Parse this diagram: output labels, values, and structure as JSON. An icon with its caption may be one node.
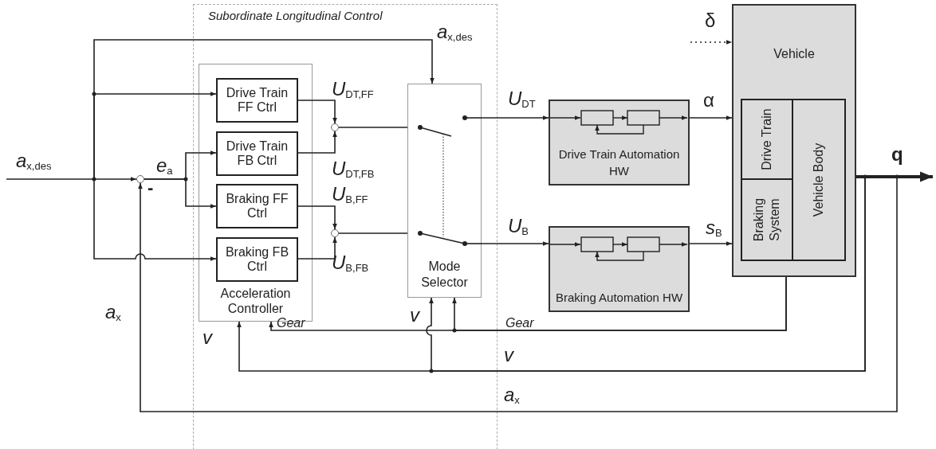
{
  "diagram": {
    "nodes": [
      {
        "text": [
          "Subordinate Longitudinal Control"
        ]
      },
      {
        "text": [
          "Acceleration Controller"
        ],
        "in": 0
      },
      {
        "text": [
          "Drive Train FF Ctrl"
        ],
        "in": 1
      },
      {
        "text": [
          "Drive Train FB Ctrl"
        ],
        "in": 1
      },
      {
        "text": [
          "Braking FF Ctrl"
        ],
        "in": 1
      },
      {
        "text": [
          "Braking FB Ctrl"
        ],
        "in": 1
      },
      {
        "text": [],
        "shape": "circle",
        "beside": [
          "-"
        ]
      },
      {
        "text": [],
        "shape": "circle",
        "in": 0
      },
      {
        "text": [],
        "shape": "circle",
        "in": 0
      },
      {
        "text": [
          "Mode Selector"
        ],
        "in": 0
      },
      {
        "text": [
          "Drive Train Automation HW"
        ]
      },
      {
        "text": [
          "Braking Automation HW"
        ]
      },
      {
        "text": [
          "Vehicle"
        ]
      },
      {
        "text": [
          "Drive Train"
        ],
        "in": 12
      },
      {
        "text": [
          "Braking System"
        ],
        "in": 12
      },
      {
        "text": [
          "Vehicle Body"
        ],
        "in": 12
      }
    ],
    "edges": [
      {
        "from": null,
        "to": 6,
        "arrow": "to",
        "label": "a$_{x,des}$"
      },
      {
        "from": null,
        "to": 9,
        "arrow": "to",
        "label": "a$_{x,des}$"
      },
      {
        "from": null,
        "to": 2,
        "arrow": "to"
      },
      {
        "from": null,
        "to": 5,
        "arrow": "to"
      },
      {
        "from": 6,
        "to": 3,
        "arrow": "to",
        "label": "e$_{a}$"
      },
      {
        "from": 6,
        "to": 4,
        "arrow": "to"
      },
      {
        "from": 2,
        "to": 7,
        "arrow": "to",
        "label": "U$_{DT,FF}$"
      },
      {
        "from": 3,
        "to": 7,
        "arrow": "to",
        "label": "U$_{DT,FB}$"
      },
      {
        "from": 4,
        "to": 8,
        "arrow": "to",
        "label": "U$_{B,FF}$"
      },
      {
        "from": 5,
        "to": 8,
        "arrow": "to",
        "label": "U$_{B,FB}$"
      },
      {
        "from": 7,
        "to": 9,
        "arrow": "none"
      },
      {
        "from": 8,
        "to": 9,
        "arrow": "none"
      },
      {
        "from": 9,
        "to": 10,
        "arrow": "to",
        "label": "U$_{DT}$"
      },
      {
        "from": 9,
        "to": 11,
        "arrow": "to",
        "label": "U$_{B}$"
      },
      {
        "from": 10,
        "to": 12,
        "arrow": "to",
        "label": "α"
      },
      {
        "from": 11,
        "to": 12,
        "arrow": "to",
        "label": "s$_{B}$"
      },
      {
        "from": null,
        "to": 12,
        "arrow": "to",
        "label": "δ",
        "style": "dashed"
      },
      {
        "from": 12,
        "to": null,
        "arrow": "to",
        "label": "q",
        "style": "thick"
      },
      {
        "from": 12,
        "to": 9,
        "arrow": "to",
        "label": "Gear"
      },
      {
        "from": 12,
        "to": 1,
        "arrow": "to",
        "label": "Gear"
      },
      {
        "from": 12,
        "to": 9,
        "arrow": "to",
        "label": "v"
      },
      {
        "from": 12,
        "to": 1,
        "arrow": "to",
        "label": "v"
      },
      {
        "from": 12,
        "to": 6,
        "arrow": "to",
        "label": "a$_{x}$"
      }
    ],
    "labels": [
      "v",
      "a$_{x}$"
    ]
  }
}
